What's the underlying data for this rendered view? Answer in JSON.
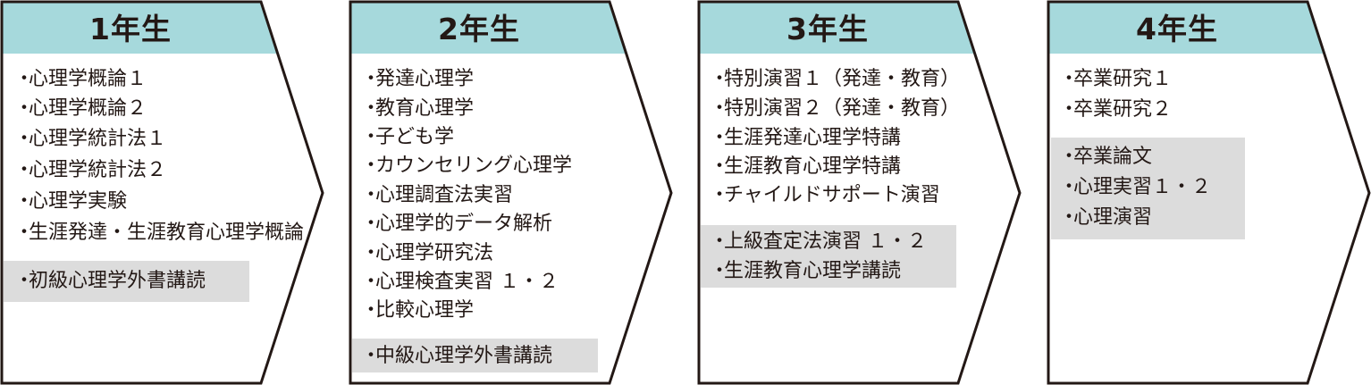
{
  "colors": {
    "header": "#a6d9dc",
    "highlight": "#dcdcdc",
    "stroke": "#231815"
  },
  "panels": [
    {
      "title": "1年生",
      "items": [
        "心理学概論１",
        "心理学概論２",
        "心理学統計法１",
        "心理学統計法２",
        "心理学実験",
        "生涯発達・生涯教育心理学概論"
      ],
      "highlighted_items": [
        "初級心理学外書講読"
      ]
    },
    {
      "title": "2年生",
      "items": [
        "発達心理学",
        "教育心理学",
        "子ども学",
        "カウンセリング心理学",
        "心理調査法実習",
        "心理学的データ解析",
        "心理学研究法",
        "心理検査実習 １・２",
        "比較心理学"
      ],
      "highlighted_items": [
        "中級心理学外書講読"
      ]
    },
    {
      "title": "3年生",
      "items": [
        "特別演習１（発達・教育）",
        "特別演習２（発達・教育）",
        "生涯発達心理学特講",
        "生涯教育心理学特講",
        "チャイルドサポート演習"
      ],
      "highlighted_items": [
        "上級査定法演習 １・２",
        "生涯教育心理学講読"
      ]
    },
    {
      "title": "4年生",
      "items": [
        "卒業研究１",
        "卒業研究２"
      ],
      "highlighted_items": [
        "卒業論文",
        "心理実習１・２",
        "心理演習"
      ]
    }
  ],
  "bullet": "・"
}
